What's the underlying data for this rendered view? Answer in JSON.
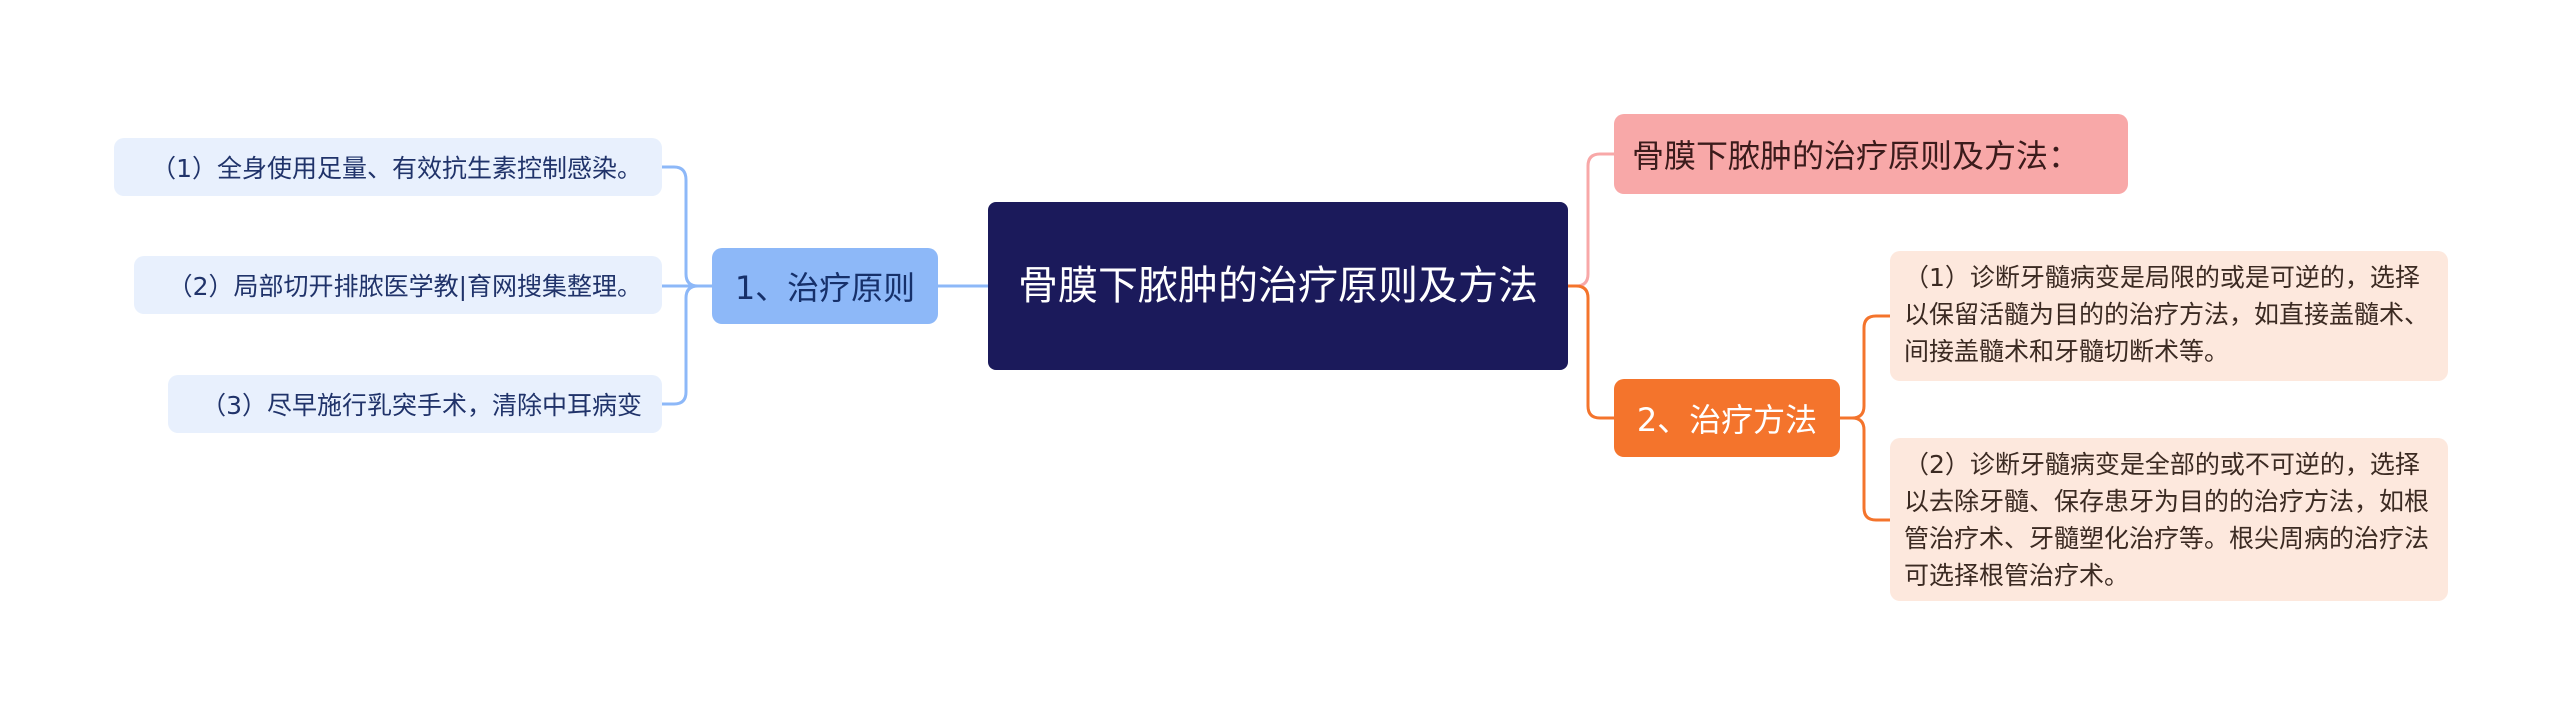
{
  "root": {
    "label": "骨膜下脓肿的治疗原则及方法"
  },
  "left_branch": {
    "label": "1、治疗原则",
    "children": [
      "（1）全身使用足量、有效抗生素控制感染。",
      "（2）局部切开排脓医学教|育网搜集整理。",
      "（3）尽早施行乳突手术，清除中耳病变"
    ]
  },
  "right_top": {
    "label": "骨膜下脓肿的治疗原则及方法："
  },
  "right_branch": {
    "label": "2、治疗方法",
    "children": [
      "（1）诊断牙髓病变是局限的或是可逆的，选择以保留活髓为目的的治疗方法，如直接盖髓术、间接盖髓术和牙髓切断术等。",
      "（2）诊断牙髓病变是全部的或不可逆的，选择以去除牙髓、保存患牙为目的的治疗方法，如根管治疗术、牙髓塑化治疗等。根尖周病的治疗法可选择根管治疗术。"
    ]
  },
  "colors": {
    "root_bg": "#1b1a5b",
    "left_branch_bg": "#8db8f8",
    "left_line": "#8db8f8",
    "left_leaf_bg": "#e8f0fd",
    "right_top_bg": "#f8a8a8",
    "right_top_line": "#f8a8a8",
    "right_branch_bg": "#f4742c",
    "right_line": "#f4742c",
    "right_leaf_bg": "#fde8dd"
  }
}
